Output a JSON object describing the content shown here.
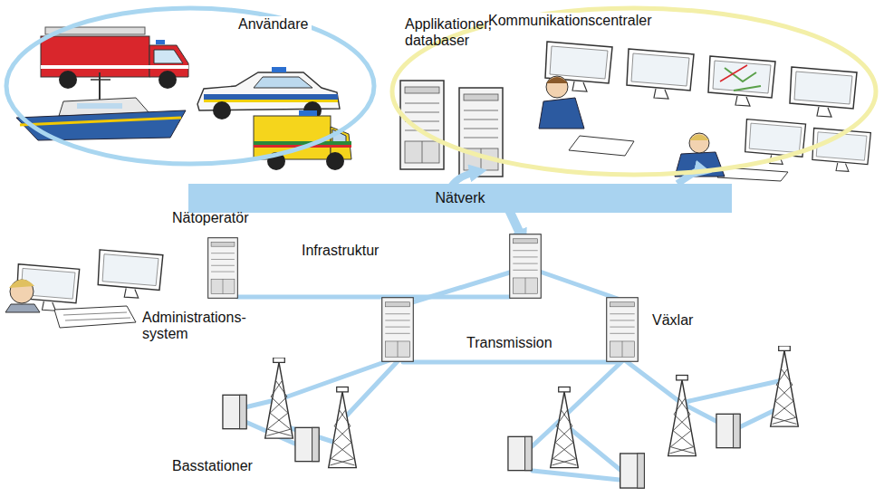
{
  "diagram": {
    "nodes": [
      {
        "text": [
          "Användare"
        ]
      },
      {
        "text": [
          "Kommunikationscentraler"
        ]
      },
      {
        "text": [
          "Nätverk"
        ]
      }
    ],
    "edges": [
      {
        "from": 2,
        "to": 1,
        "arrow": "to"
      }
    ],
    "labels": [
      "Applikationer, databaser",
      "Nätoperatör",
      "Infrastruktur",
      "Administrations- system",
      "Växlar",
      "Transmission",
      "Basstationer"
    ]
  }
}
